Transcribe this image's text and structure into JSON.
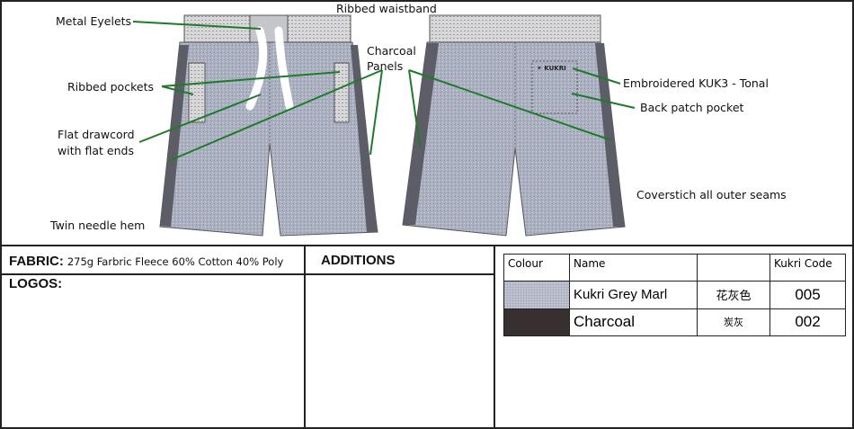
{
  "annotations": {
    "metal_eyelets": "Metal Eyelets",
    "ribbed_waistband": "Ribbed waistband",
    "ribbed_pockets": "Ribbed pockets",
    "flat_drawcord_line1": "Flat drawcord",
    "flat_drawcord_line2": "with flat ends",
    "charcoal_panels_line1": "Charcoal",
    "charcoal_panels_line2": "Panels",
    "embroidered": "Embroidered KUK3 - Tonal",
    "back_patch_pocket": "Back patch pocket",
    "coverstitch": "Coverstich all outer seams",
    "twin_needle_hem": "Twin needle hem"
  },
  "logo_text": "KUKRI",
  "spec": {
    "fabric_label": "FABRIC:",
    "fabric_value": "275g Farbric Fleece 60% Cotton 40% Poly",
    "logos_label": "LOGOS:",
    "additions_label": "ADDITIONS"
  },
  "colour_table": {
    "headers": [
      "Colour",
      "Name",
      "",
      "Kukri Code"
    ],
    "rows": [
      {
        "name": "Kukri Grey Marl",
        "chinese": "花灰色",
        "code": "005",
        "swatch": "#aeb2c2"
      },
      {
        "name": "Charcoal",
        "chinese": "炭灰",
        "code": "002",
        "swatch": "#382f31"
      }
    ]
  },
  "colors": {
    "leader_line": "#1f7a2c",
    "grey_marl": "#aeb2c2",
    "charcoal_panel": "#5c5d66"
  }
}
